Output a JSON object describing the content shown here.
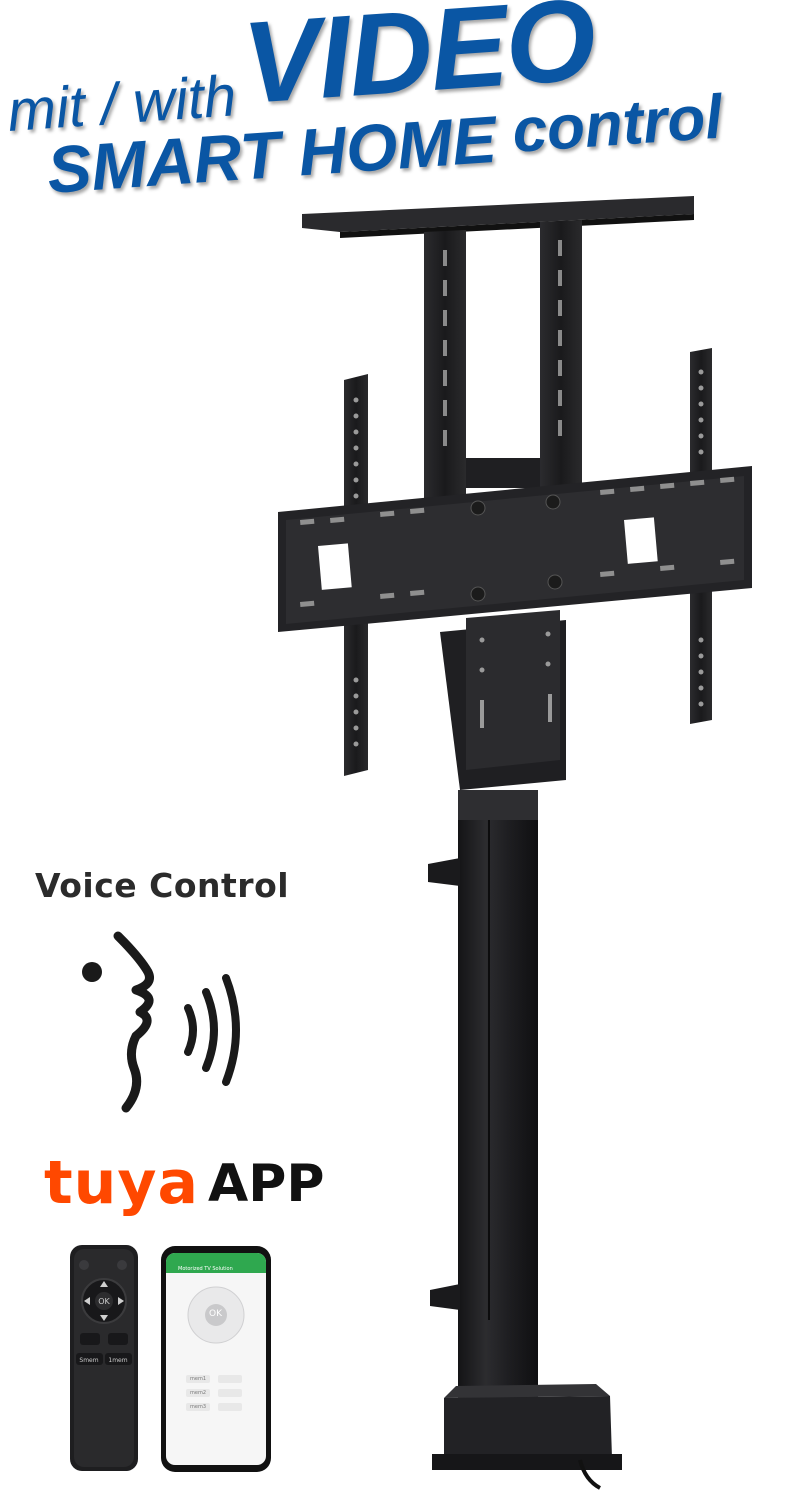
{
  "headline": {
    "prefix": "mit / with",
    "video": "VIDEO",
    "smart_home": "SMART HOME",
    "control": "control"
  },
  "voice": {
    "title": "Voice Control"
  },
  "tuya": {
    "brand": "tuya",
    "app": "APP"
  },
  "remote": {
    "ok_label": "OK",
    "memory_1": "Smem",
    "memory_2": "1mem"
  },
  "phone": {
    "app_title": "Motorized TV Solution",
    "ok_label": "OK",
    "preset_1": "mem1",
    "preset_2": "mem2",
    "preset_3": "mem3"
  },
  "colors": {
    "headline_blue": "#0a56a4",
    "tuya_orange": "#ff4800",
    "app_green": "#2fa84f",
    "metal_black": "#1d1d1f"
  }
}
